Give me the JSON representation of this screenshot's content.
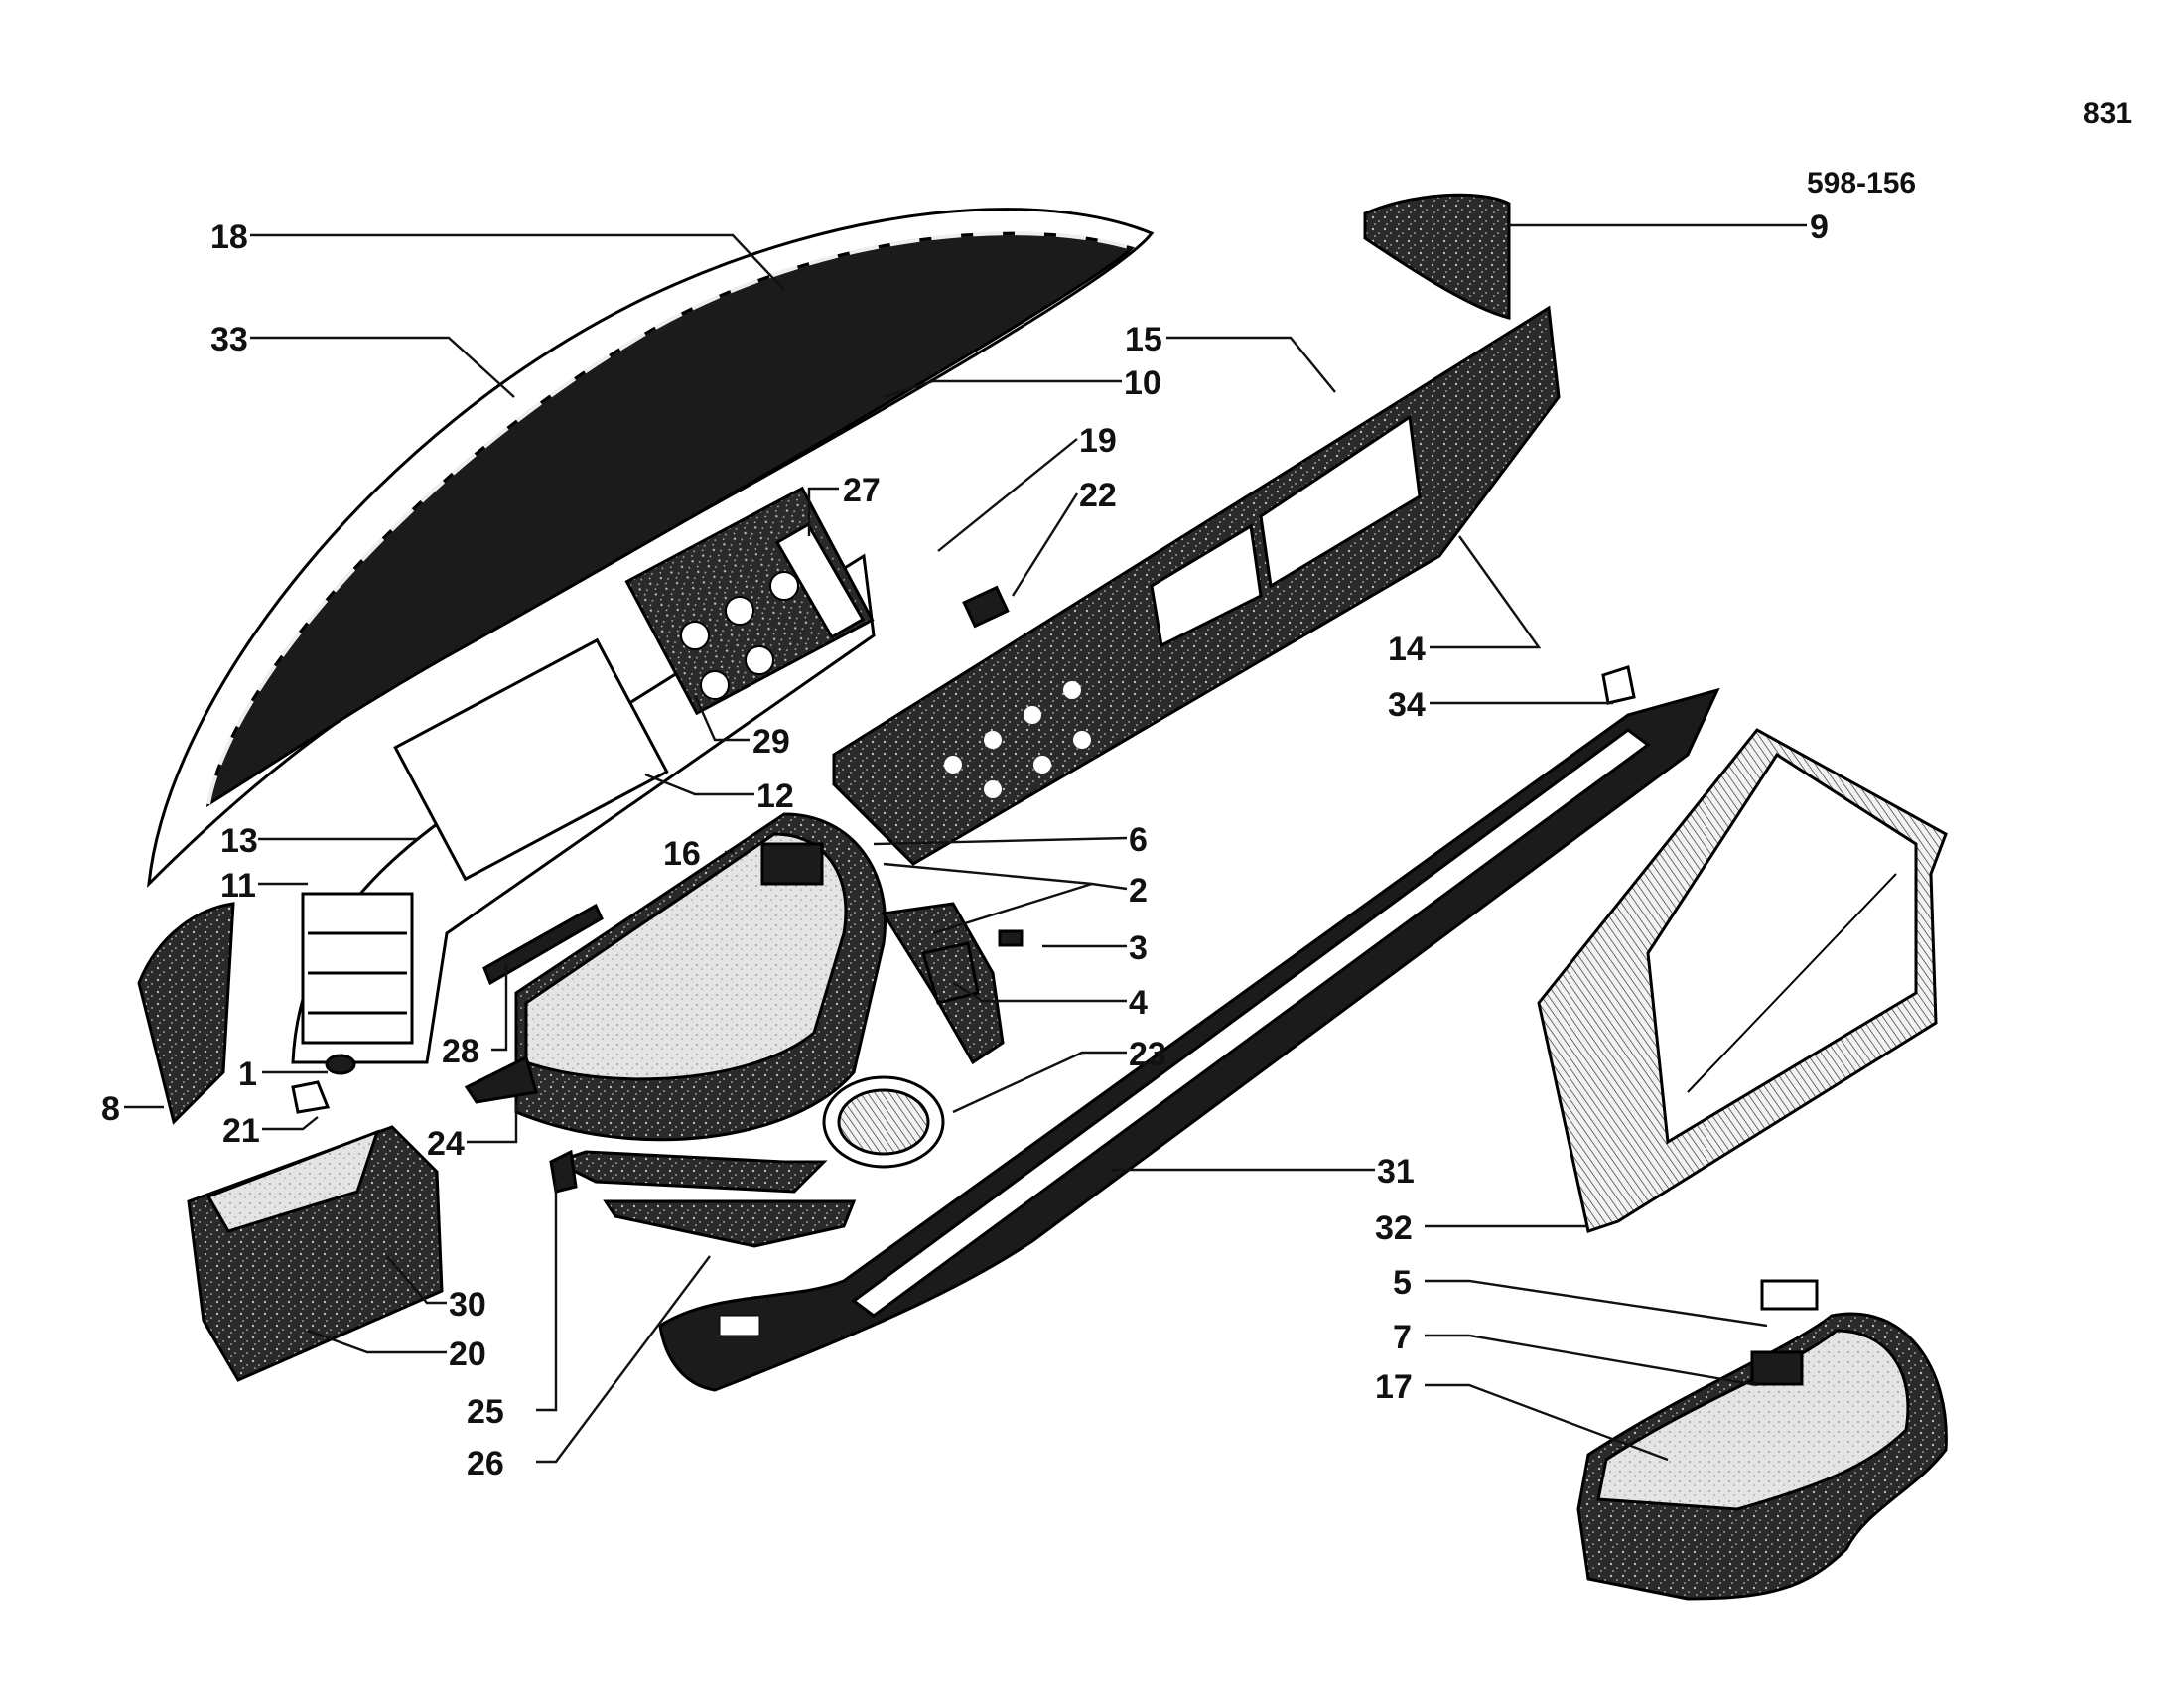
{
  "page_number": "831",
  "drawing_ref": "598-156",
  "callouts": [
    {
      "id": "18",
      "label": "18"
    },
    {
      "id": "33",
      "label": "33"
    },
    {
      "id": "10",
      "label": "10"
    },
    {
      "id": "27",
      "label": "27"
    },
    {
      "id": "19",
      "label": "19"
    },
    {
      "id": "22",
      "label": "22"
    },
    {
      "id": "15",
      "label": "15"
    },
    {
      "id": "9",
      "label": "9"
    },
    {
      "id": "14",
      "label": "14"
    },
    {
      "id": "34",
      "label": "34"
    },
    {
      "id": "29",
      "label": "29"
    },
    {
      "id": "12",
      "label": "12"
    },
    {
      "id": "13",
      "label": "13"
    },
    {
      "id": "16",
      "label": "16"
    },
    {
      "id": "6",
      "label": "6"
    },
    {
      "id": "2",
      "label": "2"
    },
    {
      "id": "11",
      "label": "11"
    },
    {
      "id": "3",
      "label": "3"
    },
    {
      "id": "4",
      "label": "4"
    },
    {
      "id": "28",
      "label": "28"
    },
    {
      "id": "23",
      "label": "23"
    },
    {
      "id": "1",
      "label": "1"
    },
    {
      "id": "8",
      "label": "8"
    },
    {
      "id": "21",
      "label": "21"
    },
    {
      "id": "24",
      "label": "24"
    },
    {
      "id": "31",
      "label": "31"
    },
    {
      "id": "30",
      "label": "30"
    },
    {
      "id": "32",
      "label": "32"
    },
    {
      "id": "20",
      "label": "20"
    },
    {
      "id": "5",
      "label": "5"
    },
    {
      "id": "7",
      "label": "7"
    },
    {
      "id": "17",
      "label": "17"
    },
    {
      "id": "25",
      "label": "25"
    },
    {
      "id": "26",
      "label": "26"
    }
  ]
}
